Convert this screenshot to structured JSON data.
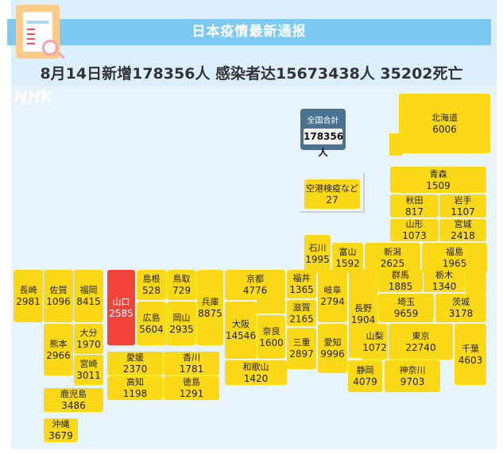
{
  "header": {
    "title": "日本疫情最新通报",
    "subtitle": "8月14日新增178356人 感染者达15673438人 35202死亡",
    "watermark": "NHK"
  },
  "total": {
    "label": "全国合計",
    "value": "178356人"
  },
  "colors": {
    "normal": "#fbd916",
    "highlight": "#f2433b",
    "title_bar": "#7ccaf3"
  },
  "prefectures": [
    {
      "name": "北海道",
      "value": "6006"
    },
    {
      "name": "空港検疫など",
      "value": "27"
    },
    {
      "name": "青森",
      "value": "1509"
    },
    {
      "name": "秋田",
      "value": "817"
    },
    {
      "name": "岩手",
      "value": "1107"
    },
    {
      "name": "山形",
      "value": "1073"
    },
    {
      "name": "宮城",
      "value": "2418"
    },
    {
      "name": "石川",
      "value": "1995"
    },
    {
      "name": "富山",
      "value": "1592"
    },
    {
      "name": "新潟",
      "value": "2625"
    },
    {
      "name": "福島",
      "value": "1965"
    },
    {
      "name": "長崎",
      "value": "2981"
    },
    {
      "name": "佐賀",
      "value": "1096"
    },
    {
      "name": "福岡",
      "value": "8415"
    },
    {
      "name": "山口",
      "value": "2585",
      "highlight": true
    },
    {
      "name": "島根",
      "value": "528"
    },
    {
      "name": "鳥取",
      "value": "729"
    },
    {
      "name": "広島",
      "value": "5604"
    },
    {
      "name": "岡山",
      "value": "2935"
    },
    {
      "name": "兵庫",
      "value": "8875"
    },
    {
      "name": "京都",
      "value": "4776"
    },
    {
      "name": "大阪",
      "value": "14546"
    },
    {
      "name": "奈良",
      "value": "1600"
    },
    {
      "name": "福井",
      "value": "1365"
    },
    {
      "name": "滋賀",
      "value": "2165"
    },
    {
      "name": "三重",
      "value": "2897"
    },
    {
      "name": "岐阜",
      "value": "2794"
    },
    {
      "name": "愛知",
      "value": "9996"
    },
    {
      "name": "長野",
      "value": "1904"
    },
    {
      "name": "群馬",
      "value": "1885"
    },
    {
      "name": "栃木",
      "value": "1340"
    },
    {
      "name": "埼玉",
      "value": "9659"
    },
    {
      "name": "茨城",
      "value": "3178"
    },
    {
      "name": "山梨",
      "value": "1072"
    },
    {
      "name": "東京",
      "value": "22740"
    },
    {
      "name": "千葉",
      "value": "4603"
    },
    {
      "name": "和歌山",
      "value": "1420"
    },
    {
      "name": "静岡",
      "value": "4079"
    },
    {
      "name": "神奈川",
      "value": "9703"
    },
    {
      "name": "愛媛",
      "value": "2370"
    },
    {
      "name": "香川",
      "value": "1781"
    },
    {
      "name": "高知",
      "value": "1198"
    },
    {
      "name": "徳島",
      "value": "1291"
    },
    {
      "name": "熊本",
      "value": "2966"
    },
    {
      "name": "大分",
      "value": "1970"
    },
    {
      "name": "宮崎",
      "value": "3011"
    },
    {
      "name": "鹿児島",
      "value": "3486"
    },
    {
      "name": "沖縄",
      "value": "3679"
    }
  ]
}
